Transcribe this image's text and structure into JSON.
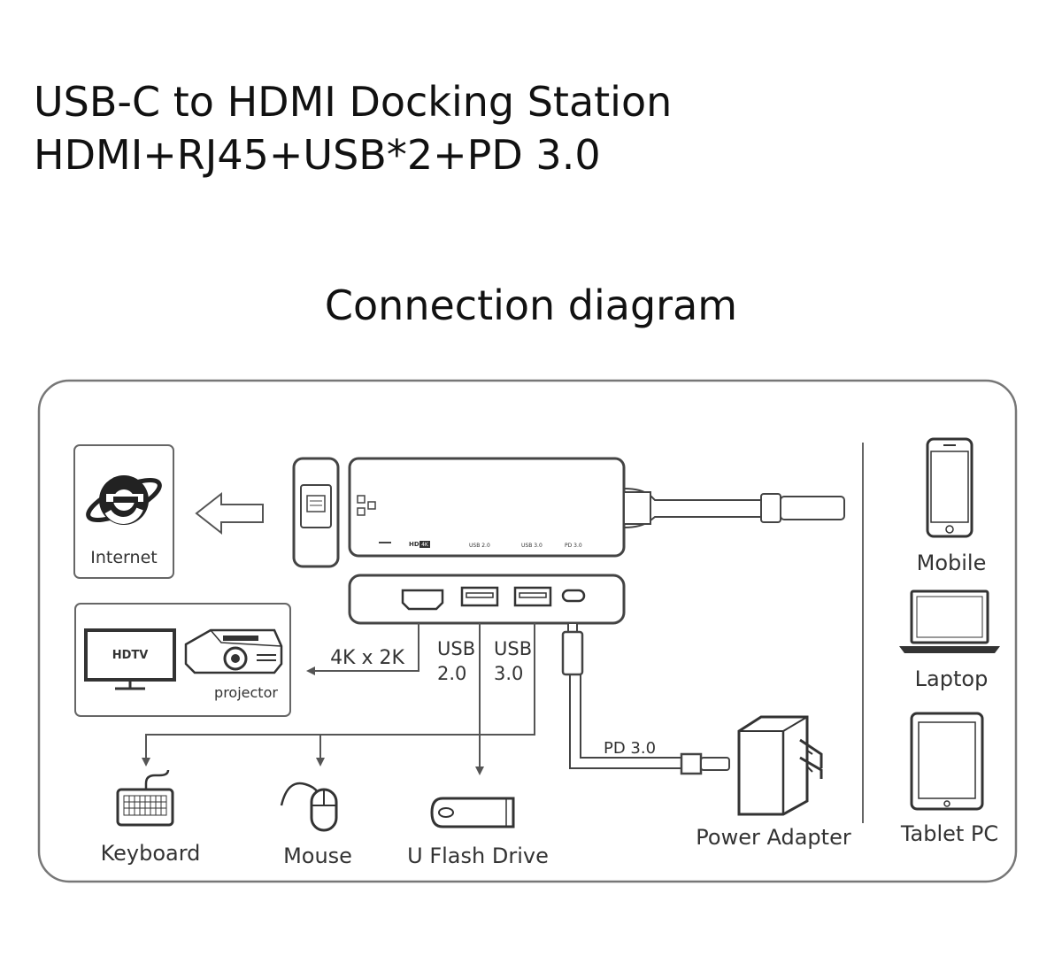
{
  "header": {
    "title_line1": "USB-C to HDMI Docking Station",
    "title_line2": "HDMI+RJ45+USB*2+PD 3.0",
    "section_title": "Connection diagram"
  },
  "diagram": {
    "hub_ports": {
      "hdmi": "HD",
      "hdmi_badge": "4K",
      "usb2": "USB 2.0",
      "usb3": "USB 3.0",
      "pd": "PD 3.0"
    },
    "internet_label": "Internet",
    "hdtv_label": "HDTV",
    "projector_label": "projector",
    "resolution_label": "4K x 2K",
    "usb2_label_line1": "USB",
    "usb2_label_line2": "2.0",
    "usb3_label_line1": "USB",
    "usb3_label_line2": "3.0",
    "pd_label": "PD 3.0",
    "keyboard_label": "Keyboard",
    "mouse_label": "Mouse",
    "flash_label": "U Flash Drive",
    "power_label": "Power Adapter",
    "devices": {
      "mobile": "Mobile",
      "laptop": "Laptop",
      "tablet": "Tablet PC"
    }
  },
  "colors": {
    "line": "#555555",
    "border": "#888888"
  }
}
